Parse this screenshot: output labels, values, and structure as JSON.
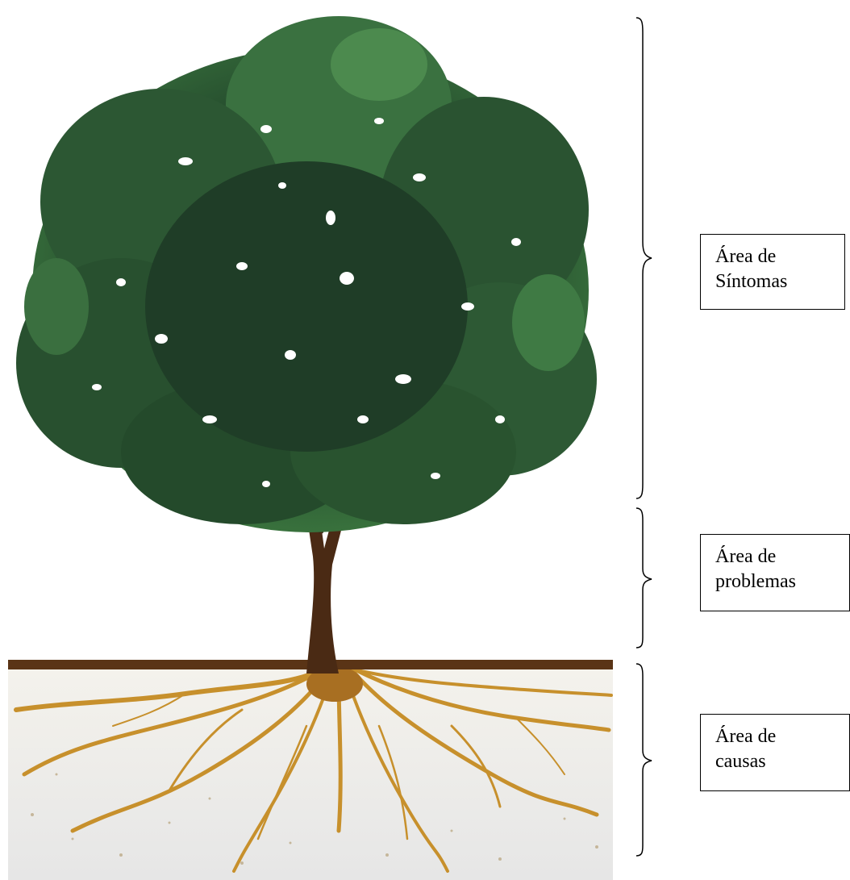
{
  "labels": {
    "sintomas": {
      "line1": "Área de",
      "line2": "Síntomas"
    },
    "problemas": {
      "line1": "Área de",
      "line2": "problemas"
    },
    "causas": {
      "line1": "Área de",
      "line2": "causas"
    }
  },
  "colors": {
    "foliage_dark": "#1f3d27",
    "foliage_mid": "#2f5e35",
    "foliage_light": "#4f8a4f",
    "trunk": "#4a2a14",
    "ground_line": "#5a3416",
    "roots": "#c7902c",
    "soil": "#efefef",
    "bracket": "#000000"
  },
  "icons": [
    "tree-illustration",
    "curly-brace-bracket"
  ]
}
